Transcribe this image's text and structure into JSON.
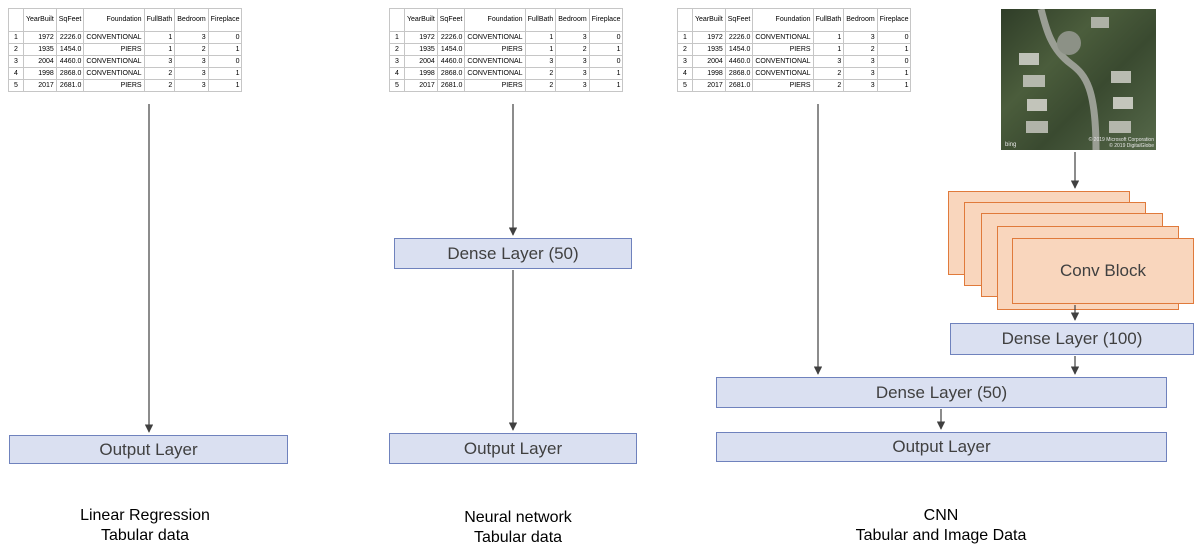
{
  "table": {
    "columns": [
      "YearBuilt",
      "SqFeet",
      "Foundation",
      "FullBath",
      "Bedroom",
      "Fireplace"
    ],
    "rows": [
      {
        "idx": "1",
        "cells": [
          "1972",
          "2226.0",
          "CONVENTIONAL",
          "1",
          "3",
          "0"
        ]
      },
      {
        "idx": "2",
        "cells": [
          "1935",
          "1454.0",
          "PIERS",
          "1",
          "2",
          "1"
        ]
      },
      {
        "idx": "3",
        "cells": [
          "2004",
          "4460.0",
          "CONVENTIONAL",
          "3",
          "3",
          "0"
        ]
      },
      {
        "idx": "4",
        "cells": [
          "1998",
          "2868.0",
          "CONVENTIONAL",
          "2",
          "3",
          "1"
        ]
      },
      {
        "idx": "5",
        "cells": [
          "2017",
          "2681.0",
          "PIERS",
          "2",
          "3",
          "1"
        ]
      }
    ]
  },
  "panels": {
    "linear": {
      "output_label": "Output Layer",
      "caption_line1": "Linear Regression",
      "caption_line2": "Tabular data"
    },
    "nn": {
      "dense_label": "Dense Layer (50)",
      "output_label": "Output Layer",
      "caption_line1": "Neural network",
      "caption_line2": "Tabular data"
    },
    "cnn": {
      "conv_label": "Conv Block",
      "dense100_label": "Dense Layer (100)",
      "dense50_label": "Dense Layer (50)",
      "output_label": "Output Layer",
      "caption_line1": "CNN",
      "caption_line2": "Tabular and Image Data",
      "image_watermark": "bing",
      "image_copyright_line1": "© 2019 Microsoft Corporation",
      "image_copyright_line2": "© 2019 DigitalGlobe"
    }
  },
  "colors": {
    "layer_fill": "#dae0f1",
    "layer_border": "#6f82bd",
    "conv_fill": "#f9d6bd",
    "conv_border": "#e07a3b",
    "arrow": "#404040"
  }
}
